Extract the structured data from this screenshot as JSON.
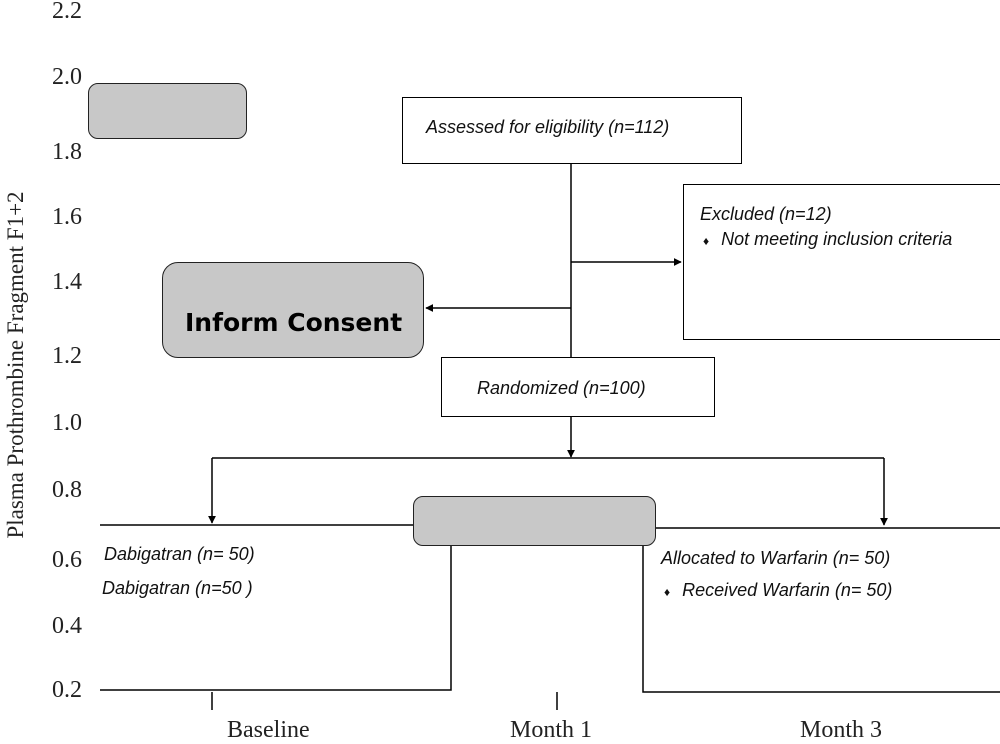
{
  "y_axis": {
    "label": "Plasma Prothrombine Fragment F1+2",
    "ticks": [
      "2.2",
      "2.0",
      "1.8",
      "1.6",
      "1.4",
      "1.2",
      "1.0",
      "0.8",
      "0.6",
      "0.4",
      "0.2"
    ]
  },
  "x_axis": {
    "ticks": [
      "Baseline",
      "Month 1",
      "Month 3"
    ]
  },
  "flow": {
    "assessed": "Assessed for eligibility (n=112)",
    "excluded_title": "Excluded (n=12)",
    "excluded_item": "Not meeting inclusion criteria",
    "consent": "Inform Consent",
    "randomized": "Randomized (n=100)",
    "left_arm_line1": "Dabigatran (n= 50)",
    "left_arm_line2": "Dabigatran (n=50  )",
    "right_arm_line1": "Allocated to Warfarin (n= 50)",
    "right_arm_item": "Received Warfarin (n= 50)",
    "bullet_symbol": "♦"
  }
}
